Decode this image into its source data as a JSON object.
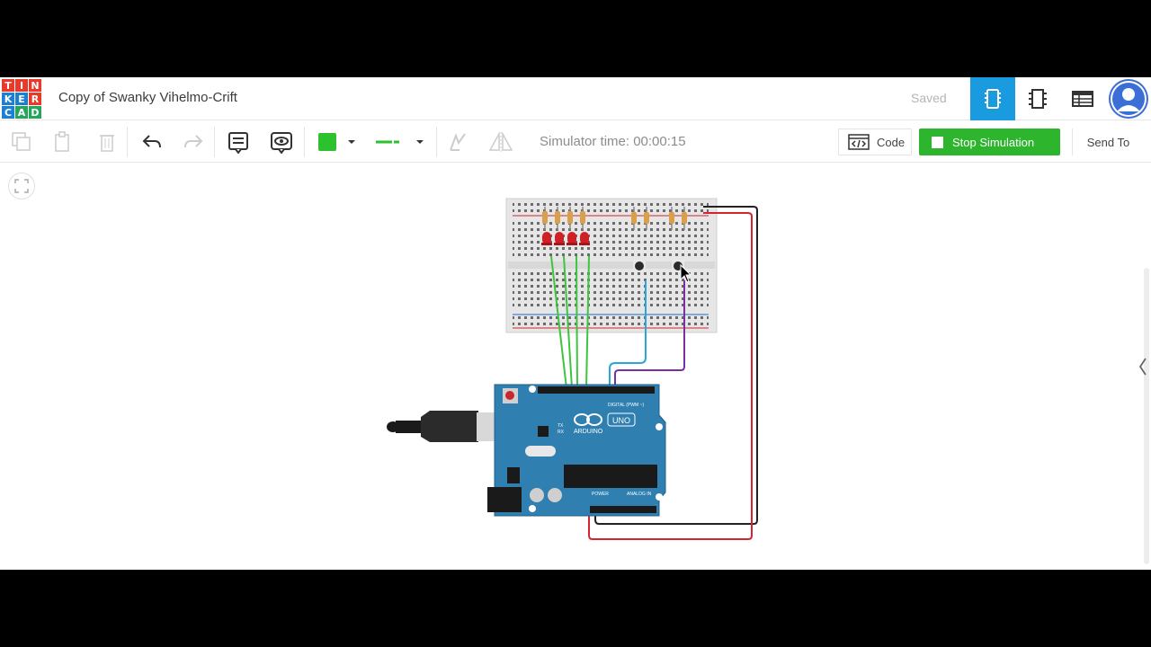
{
  "app": {
    "title": "Copy of Swanky Vihelmo-Crift",
    "save_status": "Saved",
    "logo_letters": [
      "T",
      "I",
      "N",
      "K",
      "E",
      "R",
      "C",
      "A",
      "D"
    ],
    "logo_colors": [
      "#e8392b",
      "#e8392b",
      "#e8392b",
      "#1c7fd1",
      "#1c7fd1",
      "#e8392b",
      "#1c7fd1",
      "#26a65b",
      "#26a65b"
    ]
  },
  "views": [
    {
      "name": "circuit-view",
      "active": true
    },
    {
      "name": "schematic-view",
      "active": false
    },
    {
      "name": "component-list-view",
      "active": false
    }
  ],
  "toolbar": {
    "simulator_time": "Simulator time: 00:00:15",
    "code_label": "Code",
    "stop_label": "Stop Simulation",
    "send_label": "Send To",
    "fill_color": "#2dc12d"
  },
  "board": {
    "brand": "ARDUINO",
    "model": "UNO",
    "digital_label": "DIGITAL (PWM ~)",
    "power_label": "POWER",
    "analog_label": "ANALOG IN",
    "tx_label": "TX",
    "rx_label": "RX"
  },
  "colors": {
    "accent": "#1a9be0",
    "stop_green": "#2db52d",
    "wire_green": "#3fc43f",
    "wire_blue": "#2aa6d8",
    "wire_purple": "#7a2ea0",
    "wire_red": "#d4242f",
    "wire_black": "#222222",
    "led_red": "#d11f26",
    "board_blue": "#2f7fb0"
  }
}
